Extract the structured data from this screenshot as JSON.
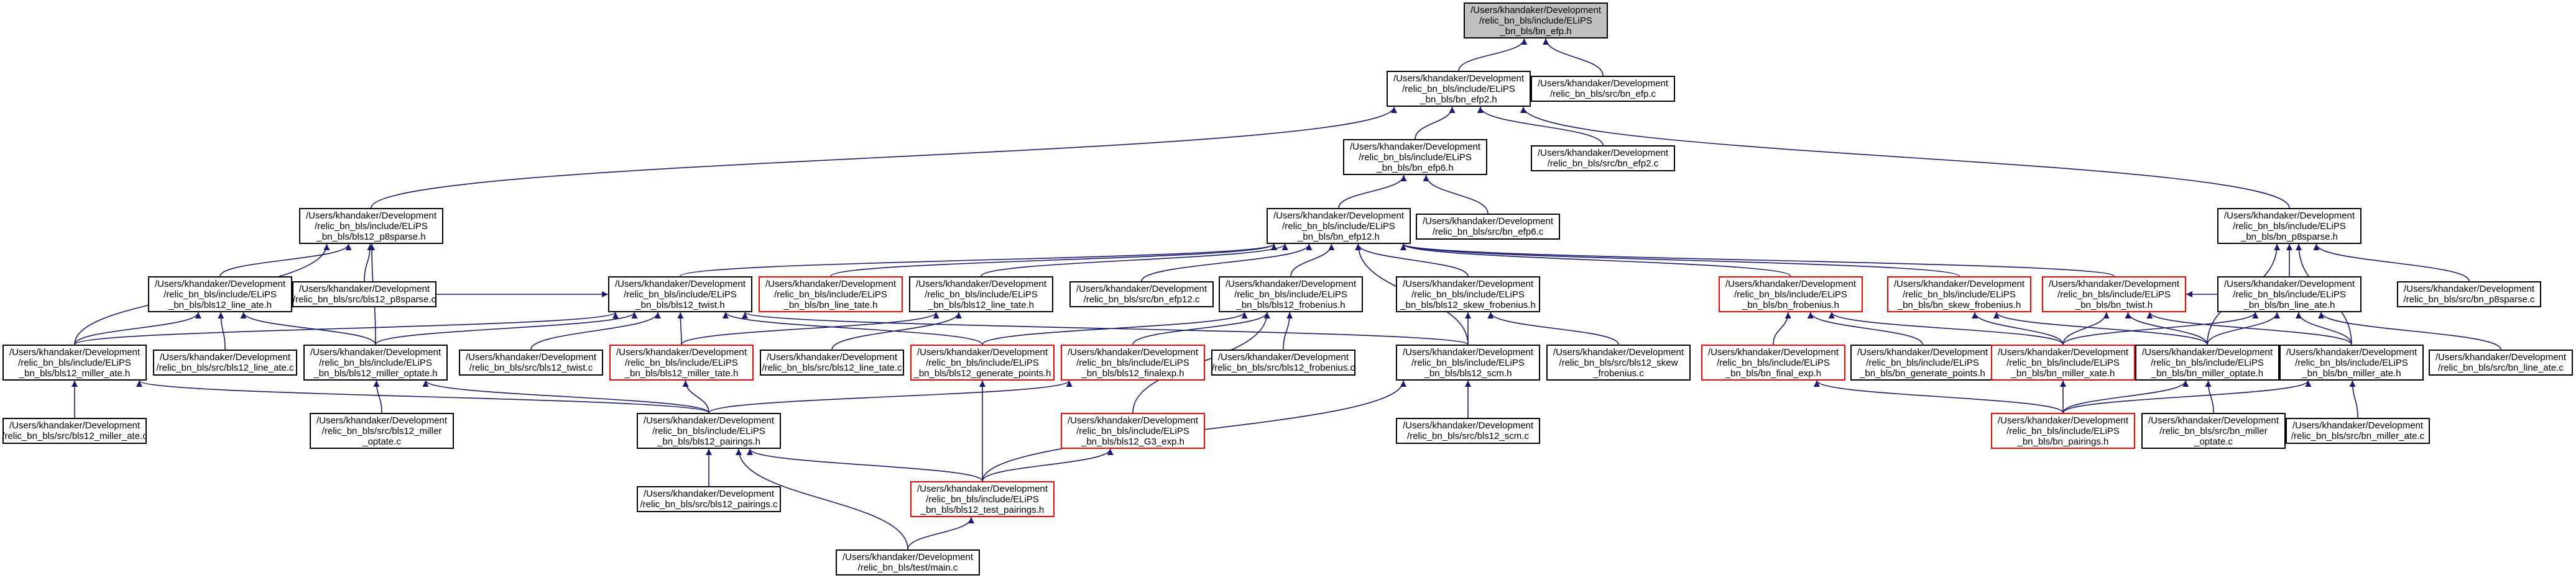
{
  "colors": {
    "edge": "#191970",
    "node_border": "#000000",
    "undocumented_border": "#ff0000",
    "root_fill": "#bfbfbf",
    "background": "#ffffff"
  },
  "nodes": {
    "n_bn_efp_h": {
      "label": "/Users/khandaker/Development\n/relic_bn_bls/include/ELiPS\n_bn_bls/bn_efp.h"
    },
    "n_bn_efp2_h": {
      "label": "/Users/khandaker/Development\n/relic_bn_bls/include/ELiPS\n_bn_bls/bn_efp2.h"
    },
    "n_bn_efp_c": {
      "label": "/Users/khandaker/Development\n/relic_bn_bls/src/bn_efp.c"
    },
    "n_bn_efp6_h": {
      "label": "/Users/khandaker/Development\n/relic_bn_bls/include/ELiPS\n_bn_bls/bn_efp6.h"
    },
    "n_bn_efp2_c": {
      "label": "/Users/khandaker/Development\n/relic_bn_bls/src/bn_efp2.c"
    },
    "n_bls12_p8sparse_h": {
      "label": "/Users/khandaker/Development\n/relic_bn_bls/include/ELiPS\n_bn_bls/bls12_p8sparse.h"
    },
    "n_bn_efp12_h": {
      "label": "/Users/khandaker/Development\n/relic_bn_bls/include/ELiPS\n_bn_bls/bn_efp12.h"
    },
    "n_bn_efp6_c": {
      "label": "/Users/khandaker/Development\n/relic_bn_bls/src/bn_efp6.c"
    },
    "n_bn_p8sparse_h": {
      "label": "/Users/khandaker/Development\n/relic_bn_bls/include/ELiPS\n_bn_bls/bn_p8sparse.h"
    },
    "n_bls12_line_ate_h": {
      "label": "/Users/khandaker/Development\n/relic_bn_bls/include/ELiPS\n_bn_bls/bls12_line_ate.h"
    },
    "n_bls12_p8sparse_c": {
      "label": "/Users/khandaker/Development\n/relic_bn_bls/src/bls12_p8sparse.c"
    },
    "n_bls12_twist_h": {
      "label": "/Users/khandaker/Development\n/relic_bn_bls/include/ELiPS\n_bn_bls/bls12_twist.h"
    },
    "n_bn_line_tate_h": {
      "label": "/Users/khandaker/Development\n/relic_bn_bls/include/ELiPS\n_bn_bls/bn_line_tate.h"
    },
    "n_bls12_line_tate_h": {
      "label": "/Users/khandaker/Development\n/relic_bn_bls/include/ELiPS\n_bn_bls/bls12_line_tate.h"
    },
    "n_bn_efp12_c": {
      "label": "/Users/khandaker/Development\n/relic_bn_bls/src/bn_efp12.c"
    },
    "n_bls12_frobenius_h": {
      "label": "/Users/khandaker/Development\n/relic_bn_bls/include/ELiPS\n_bn_bls/bls12_frobenius.h"
    },
    "n_bls12_skew_frobenius_h": {
      "label": "/Users/khandaker/Development\n/relic_bn_bls/include/ELiPS\n_bn_bls/bls12_skew_frobenius.h"
    },
    "n_bn_frobenius_h": {
      "label": "/Users/khandaker/Development\n/relic_bn_bls/include/ELiPS\n_bn_bls/bn_frobenius.h"
    },
    "n_bn_skew_frobenius_h": {
      "label": "/Users/khandaker/Development\n/relic_bn_bls/include/ELiPS\n_bn_bls/bn_skew_frobenius.h"
    },
    "n_bn_twist_h": {
      "label": "/Users/khandaker/Development\n/relic_bn_bls/include/ELiPS\n_bn_bls/bn_twist.h"
    },
    "n_bn_line_ate_h": {
      "label": "/Users/khandaker/Development\n/relic_bn_bls/include/ELiPS\n_bn_bls/bn_line_ate.h"
    },
    "n_bn_p8sparse_c": {
      "label": "/Users/khandaker/Development\n/relic_bn_bls/src/bn_p8sparse.c"
    },
    "n_bls12_miller_ate_h": {
      "label": "/Users/khandaker/Development\n/relic_bn_bls/include/ELiPS\n_bn_bls/bls12_miller_ate.h"
    },
    "n_bls12_line_ate_c": {
      "label": "/Users/khandaker/Development\n/relic_bn_bls/src/bls12_line_ate.c"
    },
    "n_bls12_miller_optate_h": {
      "label": "/Users/khandaker/Development\n/relic_bn_bls/include/ELiPS\n_bn_bls/bls12_miller_optate.h"
    },
    "n_bls12_twist_c": {
      "label": "/Users/khandaker/Development\n/relic_bn_bls/src/bls12_twist.c"
    },
    "n_bls12_miller_tate_h": {
      "label": "/Users/khandaker/Development\n/relic_bn_bls/include/ELiPS\n_bn_bls/bls12_miller_tate.h"
    },
    "n_bls12_line_tate_c": {
      "label": "/Users/khandaker/Development\n/relic_bn_bls/src/bls12_line_tate.c"
    },
    "n_bls12_generate_points_h": {
      "label": "/Users/khandaker/Development\n/relic_bn_bls/include/ELiPS\n_bn_bls/bls12_generate_points.h"
    },
    "n_bls12_finalexp_h": {
      "label": "/Users/khandaker/Development\n/relic_bn_bls/include/ELiPS\n_bn_bls/bls12_finalexp.h"
    },
    "n_bls12_frobenius_c": {
      "label": "/Users/khandaker/Development\n/relic_bn_bls/src/bls12_frobenius.c"
    },
    "n_bls12_scm_h": {
      "label": "/Users/khandaker/Development\n/relic_bn_bls/include/ELiPS\n_bn_bls/bls12_scm.h"
    },
    "n_bls12_skew_frobenius_c": {
      "label": "/Users/khandaker/Development\n/relic_bn_bls/src/bls12_skew\n_frobenius.c"
    },
    "n_bn_final_exp_h": {
      "label": "/Users/khandaker/Development\n/relic_bn_bls/include/ELiPS\n_bn_bls/bn_final_exp.h"
    },
    "n_bn_generate_points_h": {
      "label": "/Users/khandaker/Development\n/relic_bn_bls/include/ELiPS\n_bn_bls/bn_generate_points.h"
    },
    "n_bn_miller_xate_h": {
      "label": "/Users/khandaker/Development\n/relic_bn_bls/include/ELiPS\n_bn_bls/bn_miller_xate.h"
    },
    "n_bn_miller_optate_h": {
      "label": "/Users/khandaker/Development\n/relic_bn_bls/include/ELiPS\n_bn_bls/bn_miller_optate.h"
    },
    "n_bn_miller_ate_h": {
      "label": "/Users/khandaker/Development\n/relic_bn_bls/include/ELiPS\n_bn_bls/bn_miller_ate.h"
    },
    "n_bn_line_ate_c": {
      "label": "/Users/khandaker/Development\n/relic_bn_bls/src/bn_line_ate.c"
    },
    "n_bls12_miller_ate_c": {
      "label": "/Users/khandaker/Development\n/relic_bn_bls/src/bls12_miller_ate.c"
    },
    "n_bls12_miller_optate_c": {
      "label": "/Users/khandaker/Development\n/relic_bn_bls/src/bls12_miller\n_optate.c"
    },
    "n_bls12_pairings_h": {
      "label": "/Users/khandaker/Development\n/relic_bn_bls/include/ELiPS\n_bn_bls/bls12_pairings.h"
    },
    "n_bls12_g3_exp_h": {
      "label": "/Users/khandaker/Development\n/relic_bn_bls/include/ELiPS\n_bn_bls/bls12_G3_exp.h"
    },
    "n_bls12_scm_c": {
      "label": "/Users/khandaker/Development\n/relic_bn_bls/src/bls12_scm.c"
    },
    "n_bn_pairings_h": {
      "label": "/Users/khandaker/Development\n/relic_bn_bls/include/ELiPS\n_bn_bls/bn_pairings.h"
    },
    "n_bn_miller_optate_c": {
      "label": "/Users/khandaker/Development\n/relic_bn_bls/src/bn_miller\n_optate.c"
    },
    "n_bn_miller_ate_c": {
      "label": "/Users/khandaker/Development\n/relic_bn_bls/src/bn_miller_ate.c"
    },
    "n_bls12_pairings_c": {
      "label": "/Users/khandaker/Development\n/relic_bn_bls/src/bls12_pairings.c"
    },
    "n_bls12_test_pairings_h": {
      "label": "/Users/khandaker/Development\n/relic_bn_bls/include/ELiPS\n_bn_bls/bls12_test_pairings.h"
    },
    "n_testmain_c": {
      "label": "/Users/khandaker/Development\n/relic_bn_bls/test/main.c"
    }
  },
  "edges": [
    [
      "n_bn_efp2_h",
      "n_bn_efp_h"
    ],
    [
      "n_bn_efp_c",
      "n_bn_efp_h"
    ],
    [
      "n_bn_efp6_h",
      "n_bn_efp2_h"
    ],
    [
      "n_bn_efp2_c",
      "n_bn_efp2_h"
    ],
    [
      "n_bls12_p8sparse_h",
      "n_bn_efp2_h"
    ],
    [
      "n_bn_p8sparse_h",
      "n_bn_efp2_h"
    ],
    [
      "n_bn_efp12_h",
      "n_bn_efp6_h"
    ],
    [
      "n_bn_efp6_c",
      "n_bn_efp6_h"
    ],
    [
      "n_bls12_line_ate_h",
      "n_bls12_p8sparse_h"
    ],
    [
      "n_bls12_p8sparse_c",
      "n_bls12_p8sparse_h"
    ],
    [
      "n_bls12_miller_ate_h",
      "n_bls12_p8sparse_h"
    ],
    [
      "n_bls12_miller_optate_h",
      "n_bls12_p8sparse_h"
    ],
    [
      "n_bls12_twist_h",
      "n_bn_efp12_h"
    ],
    [
      "n_bn_line_tate_h",
      "n_bn_efp12_h"
    ],
    [
      "n_bls12_line_tate_h",
      "n_bn_efp12_h"
    ],
    [
      "n_bn_efp12_c",
      "n_bn_efp12_h"
    ],
    [
      "n_bls12_frobenius_h",
      "n_bn_efp12_h"
    ],
    [
      "n_bls12_skew_frobenius_h",
      "n_bn_efp12_h"
    ],
    [
      "n_bn_frobenius_h",
      "n_bn_efp12_h"
    ],
    [
      "n_bn_skew_frobenius_h",
      "n_bn_efp12_h"
    ],
    [
      "n_bn_twist_h",
      "n_bn_efp12_h"
    ],
    [
      "n_bls12_scm_h",
      "n_bn_efp12_h"
    ],
    [
      "n_bn_line_ate_h",
      "n_bn_p8sparse_h"
    ],
    [
      "n_bn_p8sparse_c",
      "n_bn_p8sparse_h"
    ],
    [
      "n_bn_miller_optate_h",
      "n_bn_p8sparse_h"
    ],
    [
      "n_bn_miller_ate_h",
      "n_bn_p8sparse_h"
    ],
    [
      "n_bls12_miller_ate_h",
      "n_bls12_line_ate_h"
    ],
    [
      "n_bls12_line_ate_c",
      "n_bls12_line_ate_h"
    ],
    [
      "n_bls12_miller_optate_h",
      "n_bls12_line_ate_h"
    ],
    [
      "n_bls12_line_ate_h",
      "n_bls12_twist_h"
    ],
    [
      "n_bls12_miller_ate_h",
      "n_bls12_twist_h"
    ],
    [
      "n_bls12_miller_optate_h",
      "n_bls12_twist_h"
    ],
    [
      "n_bls12_twist_c",
      "n_bls12_twist_h"
    ],
    [
      "n_bls12_miller_tate_h",
      "n_bls12_twist_h"
    ],
    [
      "n_bls12_generate_points_h",
      "n_bls12_twist_h"
    ],
    [
      "n_bls12_scm_h",
      "n_bls12_twist_h"
    ],
    [
      "n_bls12_miller_tate_h",
      "n_bls12_line_tate_h"
    ],
    [
      "n_bls12_line_tate_c",
      "n_bls12_line_tate_h"
    ],
    [
      "n_bls12_generate_points_h",
      "n_bls12_frobenius_h"
    ],
    [
      "n_bls12_finalexp_h",
      "n_bls12_frobenius_h"
    ],
    [
      "n_bls12_frobenius_c",
      "n_bls12_frobenius_h"
    ],
    [
      "n_bls12_g3_exp_h",
      "n_bls12_frobenius_h"
    ],
    [
      "n_bls12_scm_h",
      "n_bls12_skew_frobenius_h"
    ],
    [
      "n_bls12_skew_frobenius_c",
      "n_bls12_skew_frobenius_h"
    ],
    [
      "n_bn_final_exp_h",
      "n_bn_frobenius_h"
    ],
    [
      "n_bn_generate_points_h",
      "n_bn_frobenius_h"
    ],
    [
      "n_bn_miller_xate_h",
      "n_bn_frobenius_h"
    ],
    [
      "n_bn_miller_xate_h",
      "n_bn_skew_frobenius_h"
    ],
    [
      "n_bn_miller_optate_h",
      "n_bn_skew_frobenius_h"
    ],
    [
      "n_bn_line_ate_h",
      "n_bn_twist_h"
    ],
    [
      "n_bn_miller_xate_h",
      "n_bn_twist_h"
    ],
    [
      "n_bn_miller_optate_h",
      "n_bn_twist_h"
    ],
    [
      "n_bn_miller_ate_h",
      "n_bn_twist_h"
    ],
    [
      "n_bn_miller_xate_h",
      "n_bn_line_ate_h"
    ],
    [
      "n_bn_miller_optate_h",
      "n_bn_line_ate_h"
    ],
    [
      "n_bn_miller_ate_h",
      "n_bn_line_ate_h"
    ],
    [
      "n_bn_line_ate_c",
      "n_bn_line_ate_h"
    ],
    [
      "n_bls12_miller_ate_c",
      "n_bls12_miller_ate_h"
    ],
    [
      "n_bls12_pairings_h",
      "n_bls12_miller_ate_h"
    ],
    [
      "n_bls12_miller_optate_c",
      "n_bls12_miller_optate_h"
    ],
    [
      "n_bls12_pairings_h",
      "n_bls12_miller_optate_h"
    ],
    [
      "n_bls12_pairings_h",
      "n_bls12_miller_tate_h"
    ],
    [
      "n_bls12_test_pairings_h",
      "n_bls12_generate_points_h"
    ],
    [
      "n_bls12_pairings_h",
      "n_bls12_finalexp_h"
    ],
    [
      "n_bls12_scm_c",
      "n_bls12_scm_h"
    ],
    [
      "n_bls12_test_pairings_h",
      "n_bls12_scm_h"
    ],
    [
      "n_bn_pairings_h",
      "n_bn_final_exp_h"
    ],
    [
      "n_bn_pairings_h",
      "n_bn_miller_xate_h"
    ],
    [
      "n_bn_pairings_h",
      "n_bn_miller_optate_h"
    ],
    [
      "n_bn_miller_optate_c",
      "n_bn_miller_optate_h"
    ],
    [
      "n_bn_pairings_h",
      "n_bn_miller_ate_h"
    ],
    [
      "n_bn_miller_ate_c",
      "n_bn_miller_ate_h"
    ],
    [
      "n_bls12_pairings_c",
      "n_bls12_pairings_h"
    ],
    [
      "n_bls12_test_pairings_h",
      "n_bls12_pairings_h"
    ],
    [
      "n_testmain_c",
      "n_bls12_pairings_h"
    ],
    [
      "n_bls12_test_pairings_h",
      "n_bls12_g3_exp_h"
    ],
    [
      "n_testmain_c",
      "n_bls12_test_pairings_h"
    ]
  ]
}
